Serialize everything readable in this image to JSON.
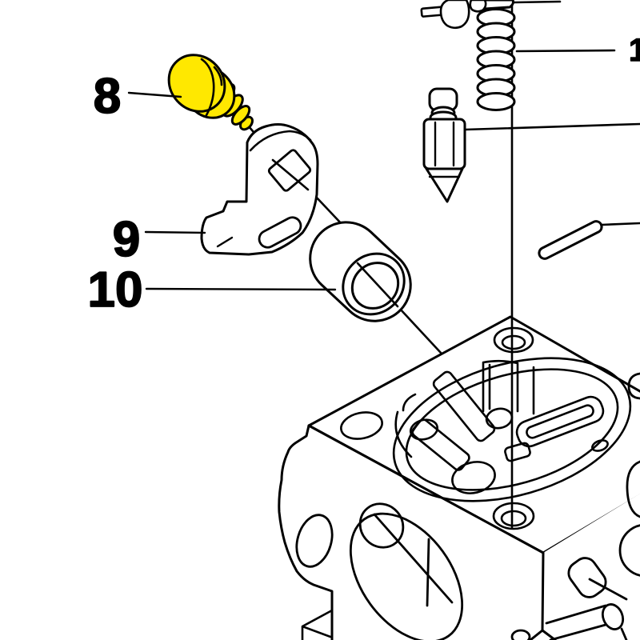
{
  "diagram": {
    "background_color": "#ffffff",
    "line_color": "#000000",
    "highlight_color": "#ffe800",
    "callouts": {
      "c8": {
        "label": "8"
      },
      "c9": {
        "label": "9"
      },
      "c10": {
        "label": "10"
      },
      "c1": {
        "label": "1"
      }
    }
  }
}
